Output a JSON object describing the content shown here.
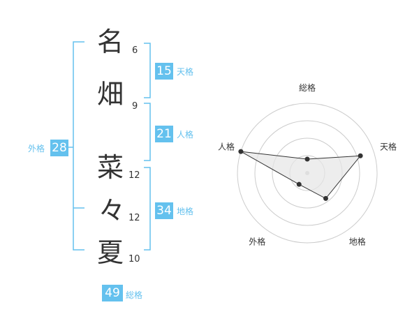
{
  "name": {
    "chars": [
      {
        "char": "名",
        "strokes": "6"
      },
      {
        "char": "畑",
        "strokes": "9"
      },
      {
        "char": "菜",
        "strokes": "12"
      },
      {
        "char": "々",
        "strokes": "12"
      },
      {
        "char": "夏",
        "strokes": "10"
      }
    ]
  },
  "kakusu": {
    "tenkaku": {
      "value": "15",
      "label": "天格"
    },
    "jinkaku": {
      "value": "21",
      "label": "人格"
    },
    "chikaku": {
      "value": "34",
      "label": "地格"
    },
    "gaikaku": {
      "value": "28",
      "label": "外格"
    },
    "soukaku": {
      "value": "49",
      "label": "総格"
    }
  },
  "chart_data": {
    "type": "radar",
    "axes": [
      "総格",
      "天格",
      "地格",
      "外格",
      "人格"
    ],
    "values": [
      0.2,
      0.8,
      0.45,
      0.2,
      1.0
    ],
    "range": [
      0,
      1
    ],
    "rings": 4,
    "colors": {
      "accent": "#64c1ee",
      "line": "#333333",
      "fill": "#e6e6e6",
      "ring": "#cccccc"
    }
  }
}
